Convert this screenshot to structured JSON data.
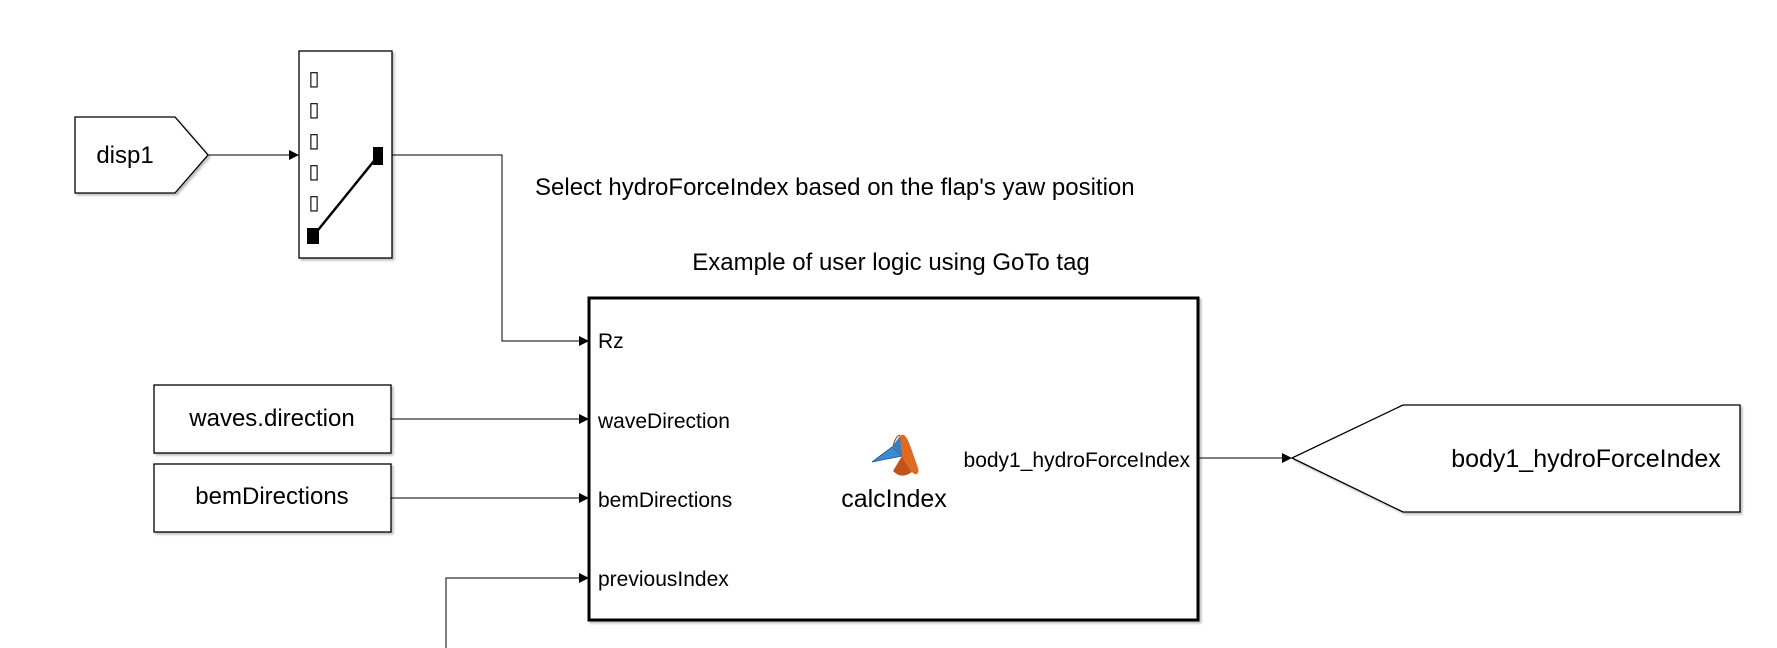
{
  "diagram": {
    "from_tag": {
      "label": "disp1"
    },
    "selector": {
      "row_glyph": "▯"
    },
    "annotations": {
      "line1": "Select hydroForceIndex based on the flap's yaw position",
      "line2": "Example of user logic using GoTo tag"
    },
    "constants": [
      {
        "label": "waves.direction"
      },
      {
        "label": "bemDirections"
      }
    ],
    "function_block": {
      "name": "calcIndex",
      "icon": "matlab-logo-icon",
      "inputs": [
        "Rz",
        "waveDirection",
        "bemDirections",
        "previousIndex"
      ],
      "output": "body1_hydroForceIndex"
    },
    "goto_tag": {
      "label": "body1_hydroForceIndex"
    }
  }
}
